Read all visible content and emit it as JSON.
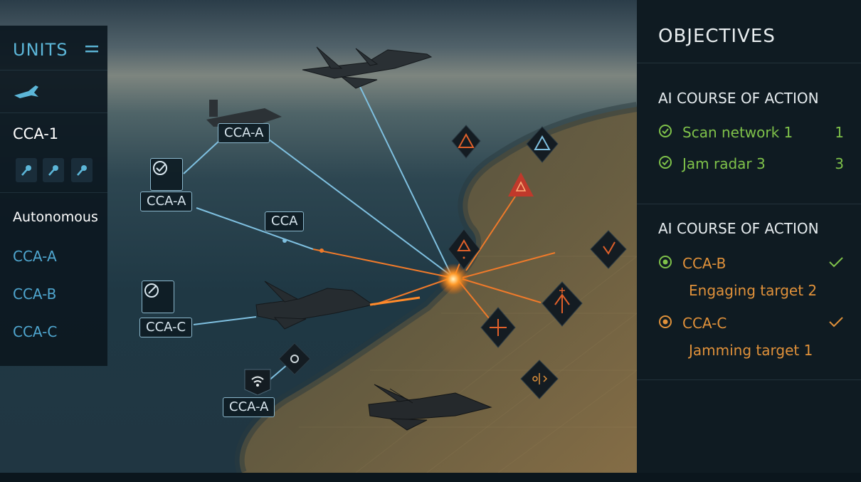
{
  "units_panel": {
    "title": "UNITS",
    "menu_icon": "hamburger-menu-icon",
    "aircraft_icon": "aircraft-icon",
    "unit_name": "CCA-1",
    "weapon_buttons": [
      "weapon-icon",
      "weapon-icon",
      "weapon-icon"
    ],
    "mode": "Autonomous",
    "units": [
      "CCA-A",
      "CCA-B",
      "CCA-C"
    ]
  },
  "map": {
    "tags": {
      "top": "CCA-A",
      "left": "CCA-A",
      "mid": "CCA",
      "lower": "CCA-C",
      "bottom": "CCA-A"
    }
  },
  "objectives": {
    "title": "OBJECTIVES",
    "section1": {
      "heading": "AI COURSE OF ACTION",
      "items": [
        {
          "label": "Scan network 1",
          "count": "1"
        },
        {
          "label": "Jam radar 3",
          "count": "3"
        }
      ]
    },
    "section2": {
      "heading": "AI COURSE OF ACTION",
      "items": [
        {
          "unit": "CCA-B",
          "status": "Engaging target 2"
        },
        {
          "unit": "CCA-C",
          "status": "Jamming target 1"
        }
      ]
    },
    "colors": {
      "green": "#7fc24a",
      "orange": "#e0913a",
      "blue": "#5cb6d8"
    }
  }
}
